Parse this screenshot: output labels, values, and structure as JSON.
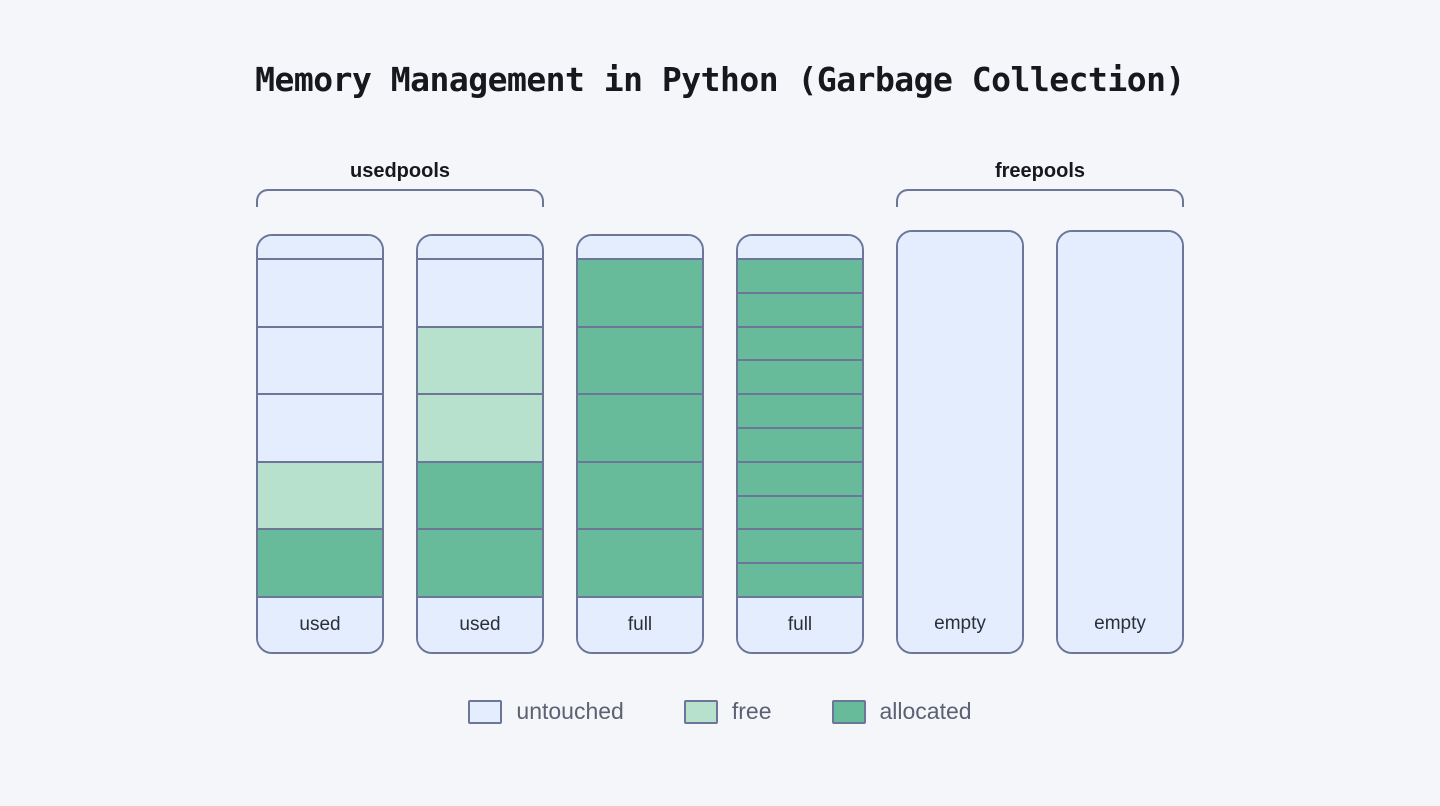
{
  "title": "Memory Management in Python (Garbage Collection)",
  "colors": {
    "background": "#f4f6fa",
    "stroke": "#6b7699",
    "untouched": "#e3edfd",
    "free": "#b7e1cd",
    "allocated": "#67bb9b",
    "title_text": "#16181d",
    "legend_text": "#5c6173",
    "pool_label_text": "#2b2f38"
  },
  "groups": [
    {
      "name": "usedpools",
      "label": "usedpools"
    },
    {
      "name": "freepools",
      "label": "freepools"
    }
  ],
  "pools": [
    {
      "name": "pool-1",
      "group": "usedpools",
      "status_label": "used",
      "slot_count": 5,
      "slots": [
        "untouched",
        "untouched",
        "untouched",
        "free",
        "allocated"
      ]
    },
    {
      "name": "pool-2",
      "group": "usedpools",
      "status_label": "used",
      "slot_count": 5,
      "slots": [
        "untouched",
        "free",
        "free",
        "allocated",
        "allocated"
      ]
    },
    {
      "name": "pool-3",
      "group": "usedpools",
      "status_label": "full",
      "slot_count": 5,
      "slots": [
        "allocated",
        "allocated",
        "allocated",
        "allocated",
        "allocated"
      ]
    },
    {
      "name": "pool-4",
      "group": "usedpools",
      "status_label": "full",
      "slot_count": 10,
      "slots": [
        "allocated",
        "allocated",
        "allocated",
        "allocated",
        "allocated",
        "allocated",
        "allocated",
        "allocated",
        "allocated",
        "allocated"
      ]
    },
    {
      "name": "pool-5",
      "group": "freepools",
      "status_label": "empty",
      "slot_count": 0,
      "slots": []
    },
    {
      "name": "pool-6",
      "group": "freepools",
      "status_label": "empty",
      "slot_count": 0,
      "slots": []
    }
  ],
  "legend": {
    "items": [
      {
        "label": "untouched",
        "color_key": "untouched"
      },
      {
        "label": "free",
        "color_key": "free"
      },
      {
        "label": "allocated",
        "color_key": "allocated"
      }
    ]
  }
}
